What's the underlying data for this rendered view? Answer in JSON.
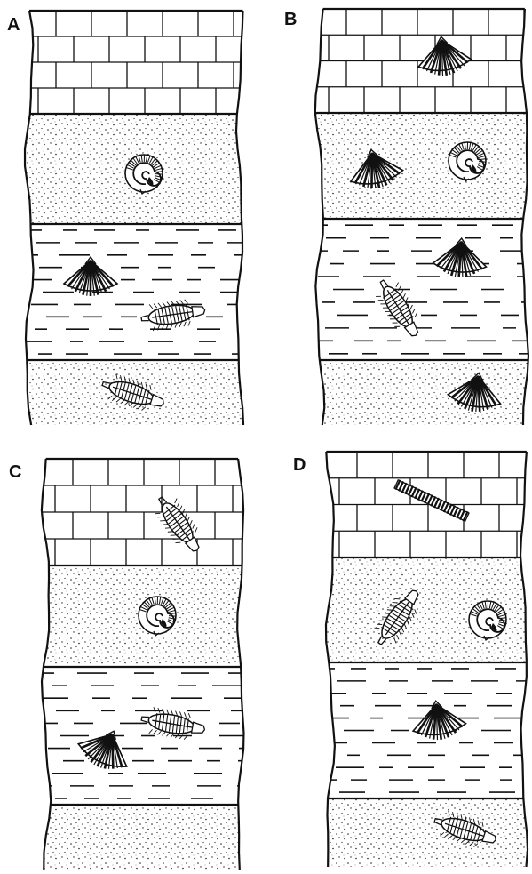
{
  "panels": [
    {
      "label": "A",
      "layers": [
        "limestone",
        "sandstone",
        "shale",
        "sandstone"
      ],
      "fossils": [
        {
          "type": "ammonite",
          "layer": "sandstone"
        },
        {
          "type": "brachiopod",
          "layer": "shale"
        },
        {
          "type": "trilobite",
          "layer": "shale"
        },
        {
          "type": "trilobite",
          "layer": "sandstone"
        }
      ]
    },
    {
      "label": "B",
      "layers": [
        "limestone",
        "sandstone",
        "shale",
        "sandstone"
      ],
      "fossils": [
        {
          "type": "brachiopod",
          "layer": "limestone"
        },
        {
          "type": "brachiopod",
          "layer": "sandstone"
        },
        {
          "type": "ammonite",
          "layer": "sandstone"
        },
        {
          "type": "brachiopod",
          "layer": "shale"
        },
        {
          "type": "trilobite",
          "layer": "shale"
        },
        {
          "type": "brachiopod",
          "layer": "sandstone"
        }
      ]
    },
    {
      "label": "C",
      "layers": [
        "limestone",
        "sandstone",
        "shale",
        "sandstone"
      ],
      "fossils": [
        {
          "type": "trilobite",
          "layer": "limestone"
        },
        {
          "type": "ammonite",
          "layer": "sandstone"
        },
        {
          "type": "trilobite",
          "layer": "shale"
        },
        {
          "type": "brachiopod",
          "layer": "shale"
        }
      ]
    },
    {
      "label": "D",
      "layers": [
        "limestone",
        "sandstone",
        "shale",
        "sandstone"
      ],
      "fossils": [
        {
          "type": "crinoid-stem",
          "layer": "limestone"
        },
        {
          "type": "trilobite",
          "layer": "sandstone"
        },
        {
          "type": "ammonite",
          "layer": "sandstone"
        },
        {
          "type": "brachiopod",
          "layer": "shale"
        },
        {
          "type": "trilobite",
          "layer": "sandstone"
        }
      ]
    }
  ]
}
